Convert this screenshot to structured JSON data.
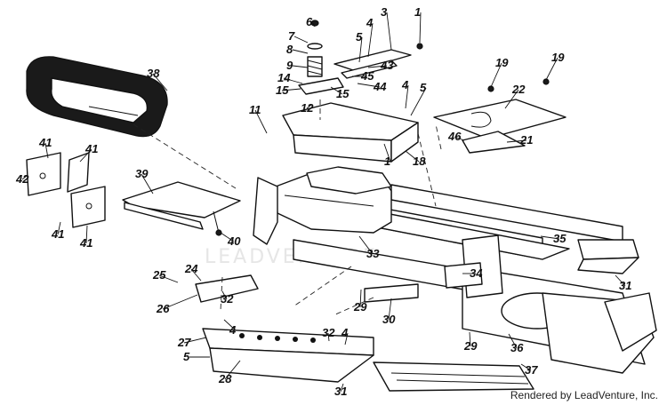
{
  "watermark": "LEADVENTURE",
  "credit": "Rendered by LeadVenture, Inc.",
  "callouts": [
    "1",
    "3",
    "4",
    "5",
    "6",
    "7",
    "8",
    "9",
    "14",
    "15",
    "15",
    "12",
    "4",
    "5",
    "43",
    "44",
    "45",
    "1",
    "18",
    "11",
    "38",
    "41",
    "41",
    "42",
    "41",
    "41",
    "39",
    "40",
    "19",
    "19",
    "22",
    "46",
    "21",
    "33",
    "35",
    "24",
    "25",
    "32",
    "26",
    "4",
    "29",
    "30",
    "34",
    "27",
    "5",
    "32",
    "4",
    "28",
    "31",
    "29",
    "36",
    "37",
    "31"
  ]
}
